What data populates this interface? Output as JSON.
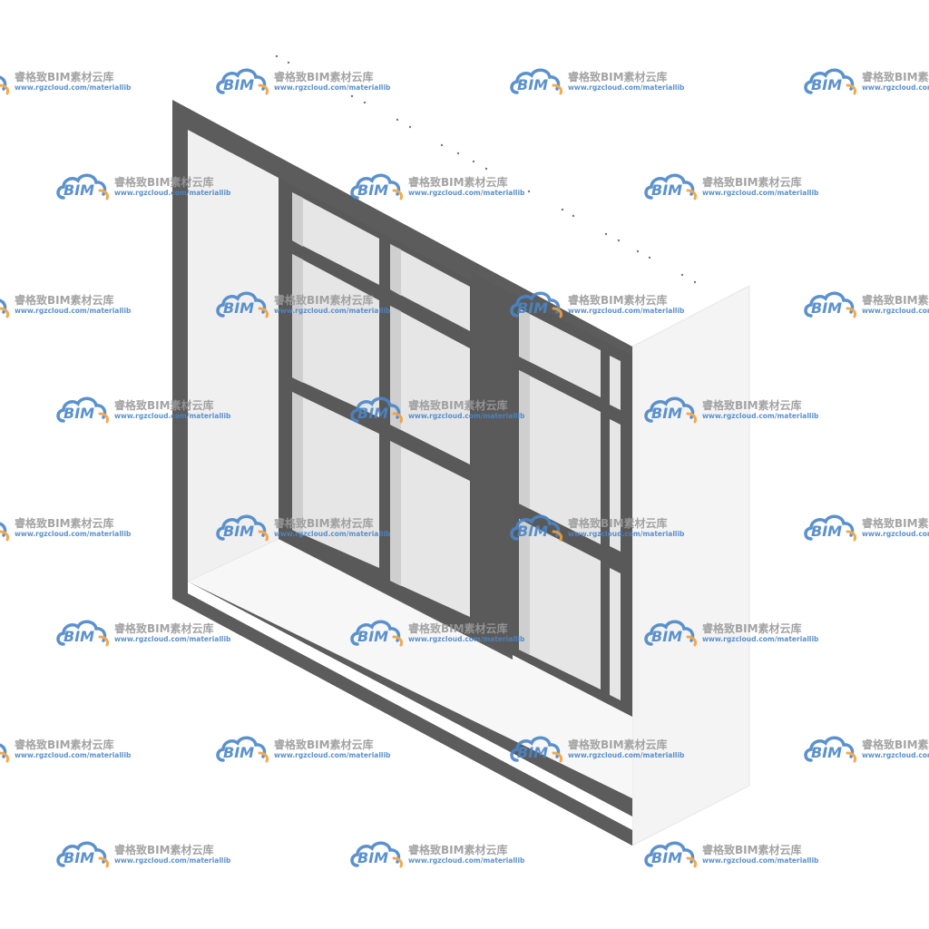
{
  "watermark": {
    "logo_text": "BIM",
    "brand_text": "睿格致BIM素材云库",
    "url_text": "www.rgzcloud.com/materiallib",
    "logo_color": "#4a86c8",
    "accent_color": "#f0a040"
  },
  "window_model": {
    "frame_color": "#5c5c5c",
    "mullion_color": "#5a5a5a",
    "glass_color": "#e4e4e4",
    "wall_color": "#f2f2f2"
  }
}
